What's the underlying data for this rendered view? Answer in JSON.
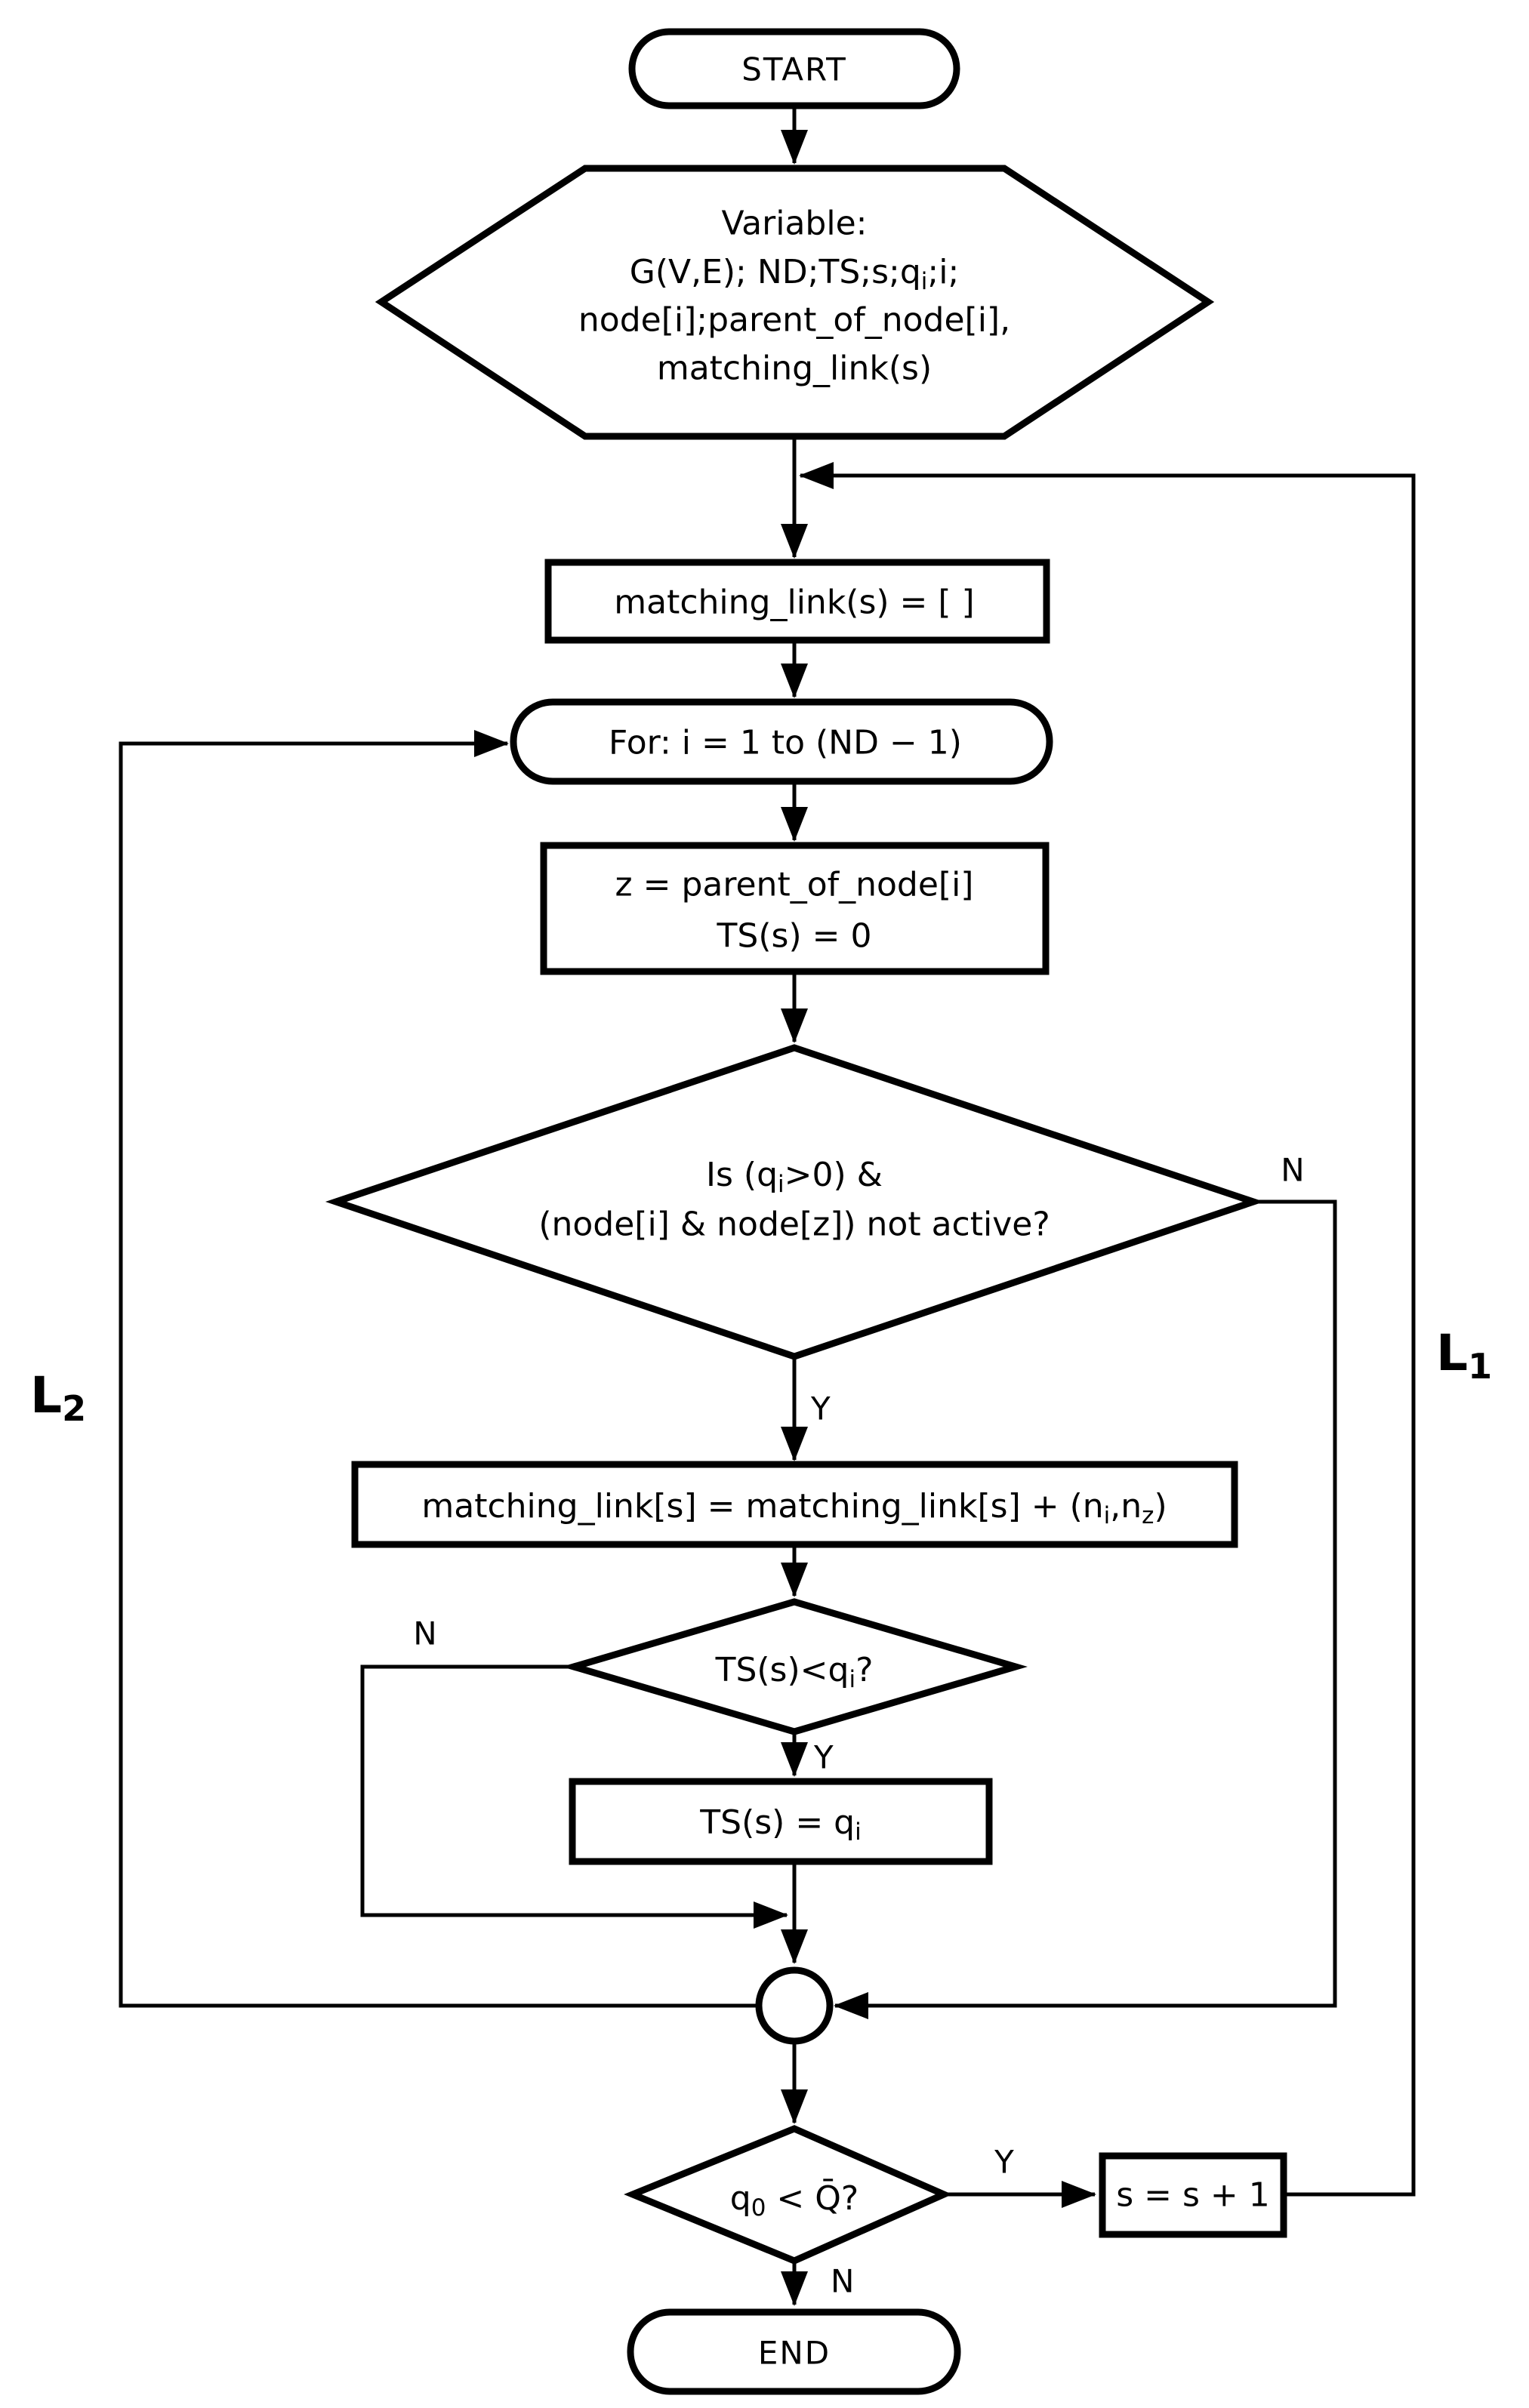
{
  "flowchart": {
    "background": "#ffffff",
    "stroke_color": "#000000",
    "text_color": "#000000",
    "nodes": {
      "start": {
        "label": "START"
      },
      "variables": {
        "line1": "Variable:",
        "line2_pre": "G(V,E); ND;TS;s;q",
        "line2_sub": "i",
        "line2_post": ";i;",
        "line3": "node[i];parent_of_node[i],",
        "line4": "matching_link(s)"
      },
      "init_matching": {
        "label": "matching_link(s) = [ ]"
      },
      "for_loop": {
        "label": "For: i = 1 to (ND − 1)"
      },
      "set_parent": {
        "line1": "z = parent_of_node[i]",
        "line2": "TS(s) = 0"
      },
      "check_active": {
        "line1_pre": "Is (q",
        "line1_sub": "i",
        "line1_post": ">0) &",
        "line2": "(node[i] & node[z]) not active?"
      },
      "add_link": {
        "p1": "matching_link[s] = matching_link[s] + (n",
        "sub1": "i",
        "p2": ",n",
        "sub2": "z",
        "p3": ")"
      },
      "check_ts": {
        "pre": "TS(s)<q",
        "sub": "i",
        "post": "?"
      },
      "set_ts": {
        "pre": "TS(s) = q",
        "sub": "i"
      },
      "check_q": {
        "pre": "q",
        "sub": "0",
        "post": " < Q̄?"
      },
      "increment_s": {
        "label": "s = s + 1"
      },
      "end": {
        "label": "END"
      }
    },
    "branch_labels": {
      "active_no": "N",
      "active_yes": "Y",
      "ts_no": "N",
      "ts_yes": "Y",
      "q_yes": "Y",
      "q_no": "N"
    },
    "loop_labels": {
      "l1_pre": "L",
      "l1_sub": "1",
      "l2_pre": "L",
      "l2_sub": "2"
    }
  }
}
